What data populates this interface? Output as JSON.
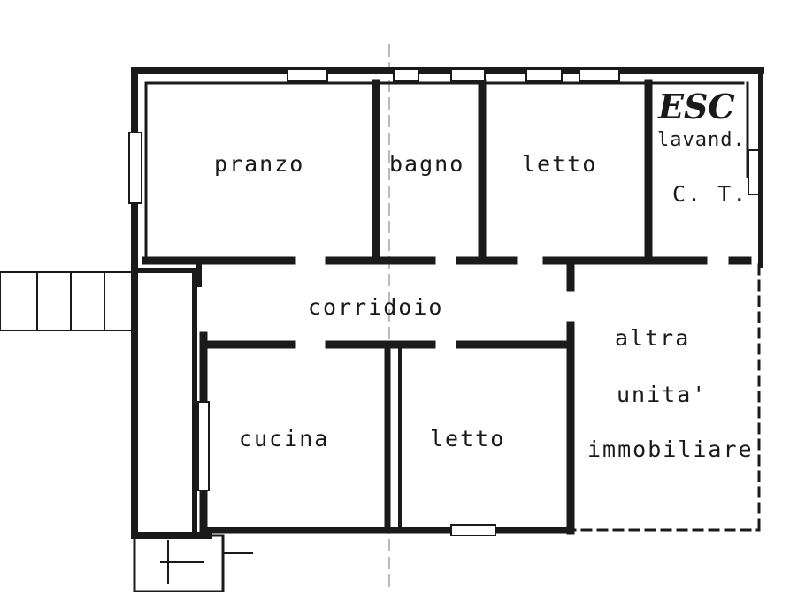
{
  "plan": {
    "rooms": {
      "pranzo": "pranzo",
      "bagno": "bagno",
      "letto_top": "letto",
      "esc": "ESC",
      "lavand": "lavand.",
      "ct": "C. T.",
      "corridoio": "corridoio",
      "cucina": "cucina",
      "letto_bottom": "letto",
      "altra_1": "altra",
      "altra_2": "unita'",
      "altra_3": "immobiliare"
    },
    "colors": {
      "ink": "#1a1a1a",
      "paper": "#ffffff"
    }
  }
}
